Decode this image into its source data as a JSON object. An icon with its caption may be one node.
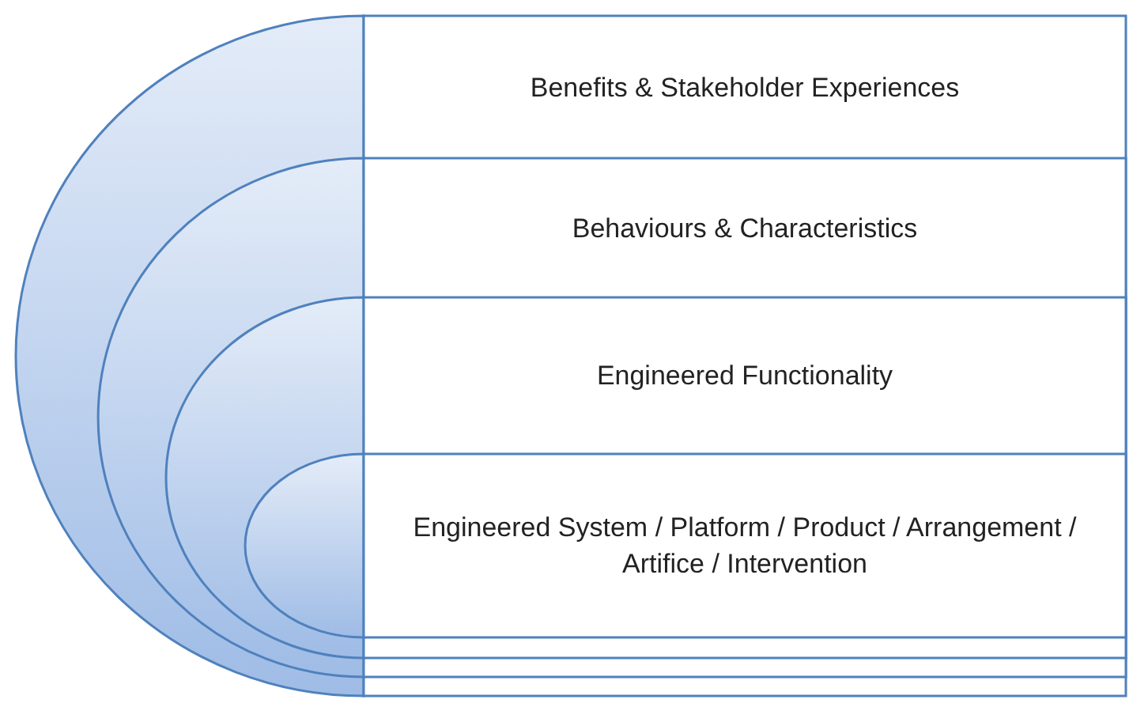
{
  "diagram": {
    "nodes": [
      {
        "text": [
          "Benefits & Stakeholder Experiences"
        ]
      },
      {
        "text": [
          "Behaviours & Characteristics"
        ],
        "in": 0
      },
      {
        "text": [
          "Engineered Functionality"
        ],
        "in": 1
      },
      {
        "text": [
          "Engineered System / Platform / Product / Arrangement / Artifice / Intervention"
        ],
        "in": 2
      }
    ]
  }
}
